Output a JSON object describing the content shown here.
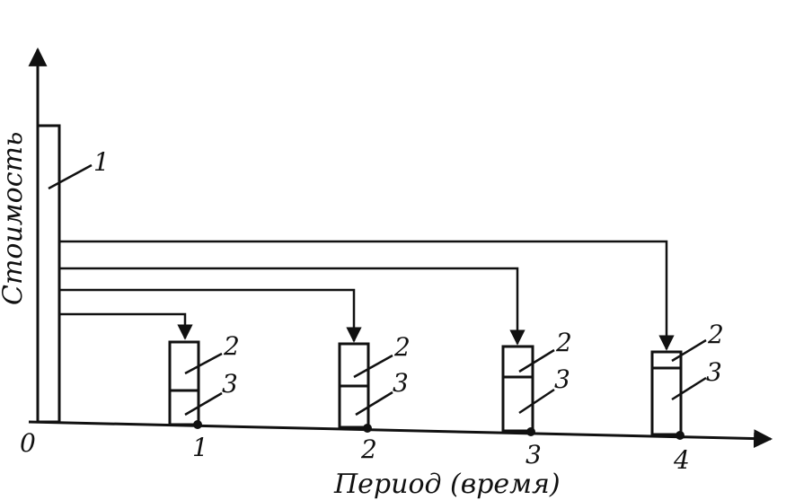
{
  "diagram": {
    "y_axis_label": "Стоимость",
    "x_axis_label": "Период (время)",
    "origin_label": "0",
    "periods": [
      "1",
      "2",
      "3",
      "4"
    ],
    "initial_block_label": "1",
    "upper_part_label": "2",
    "lower_part_label": "3"
  }
}
